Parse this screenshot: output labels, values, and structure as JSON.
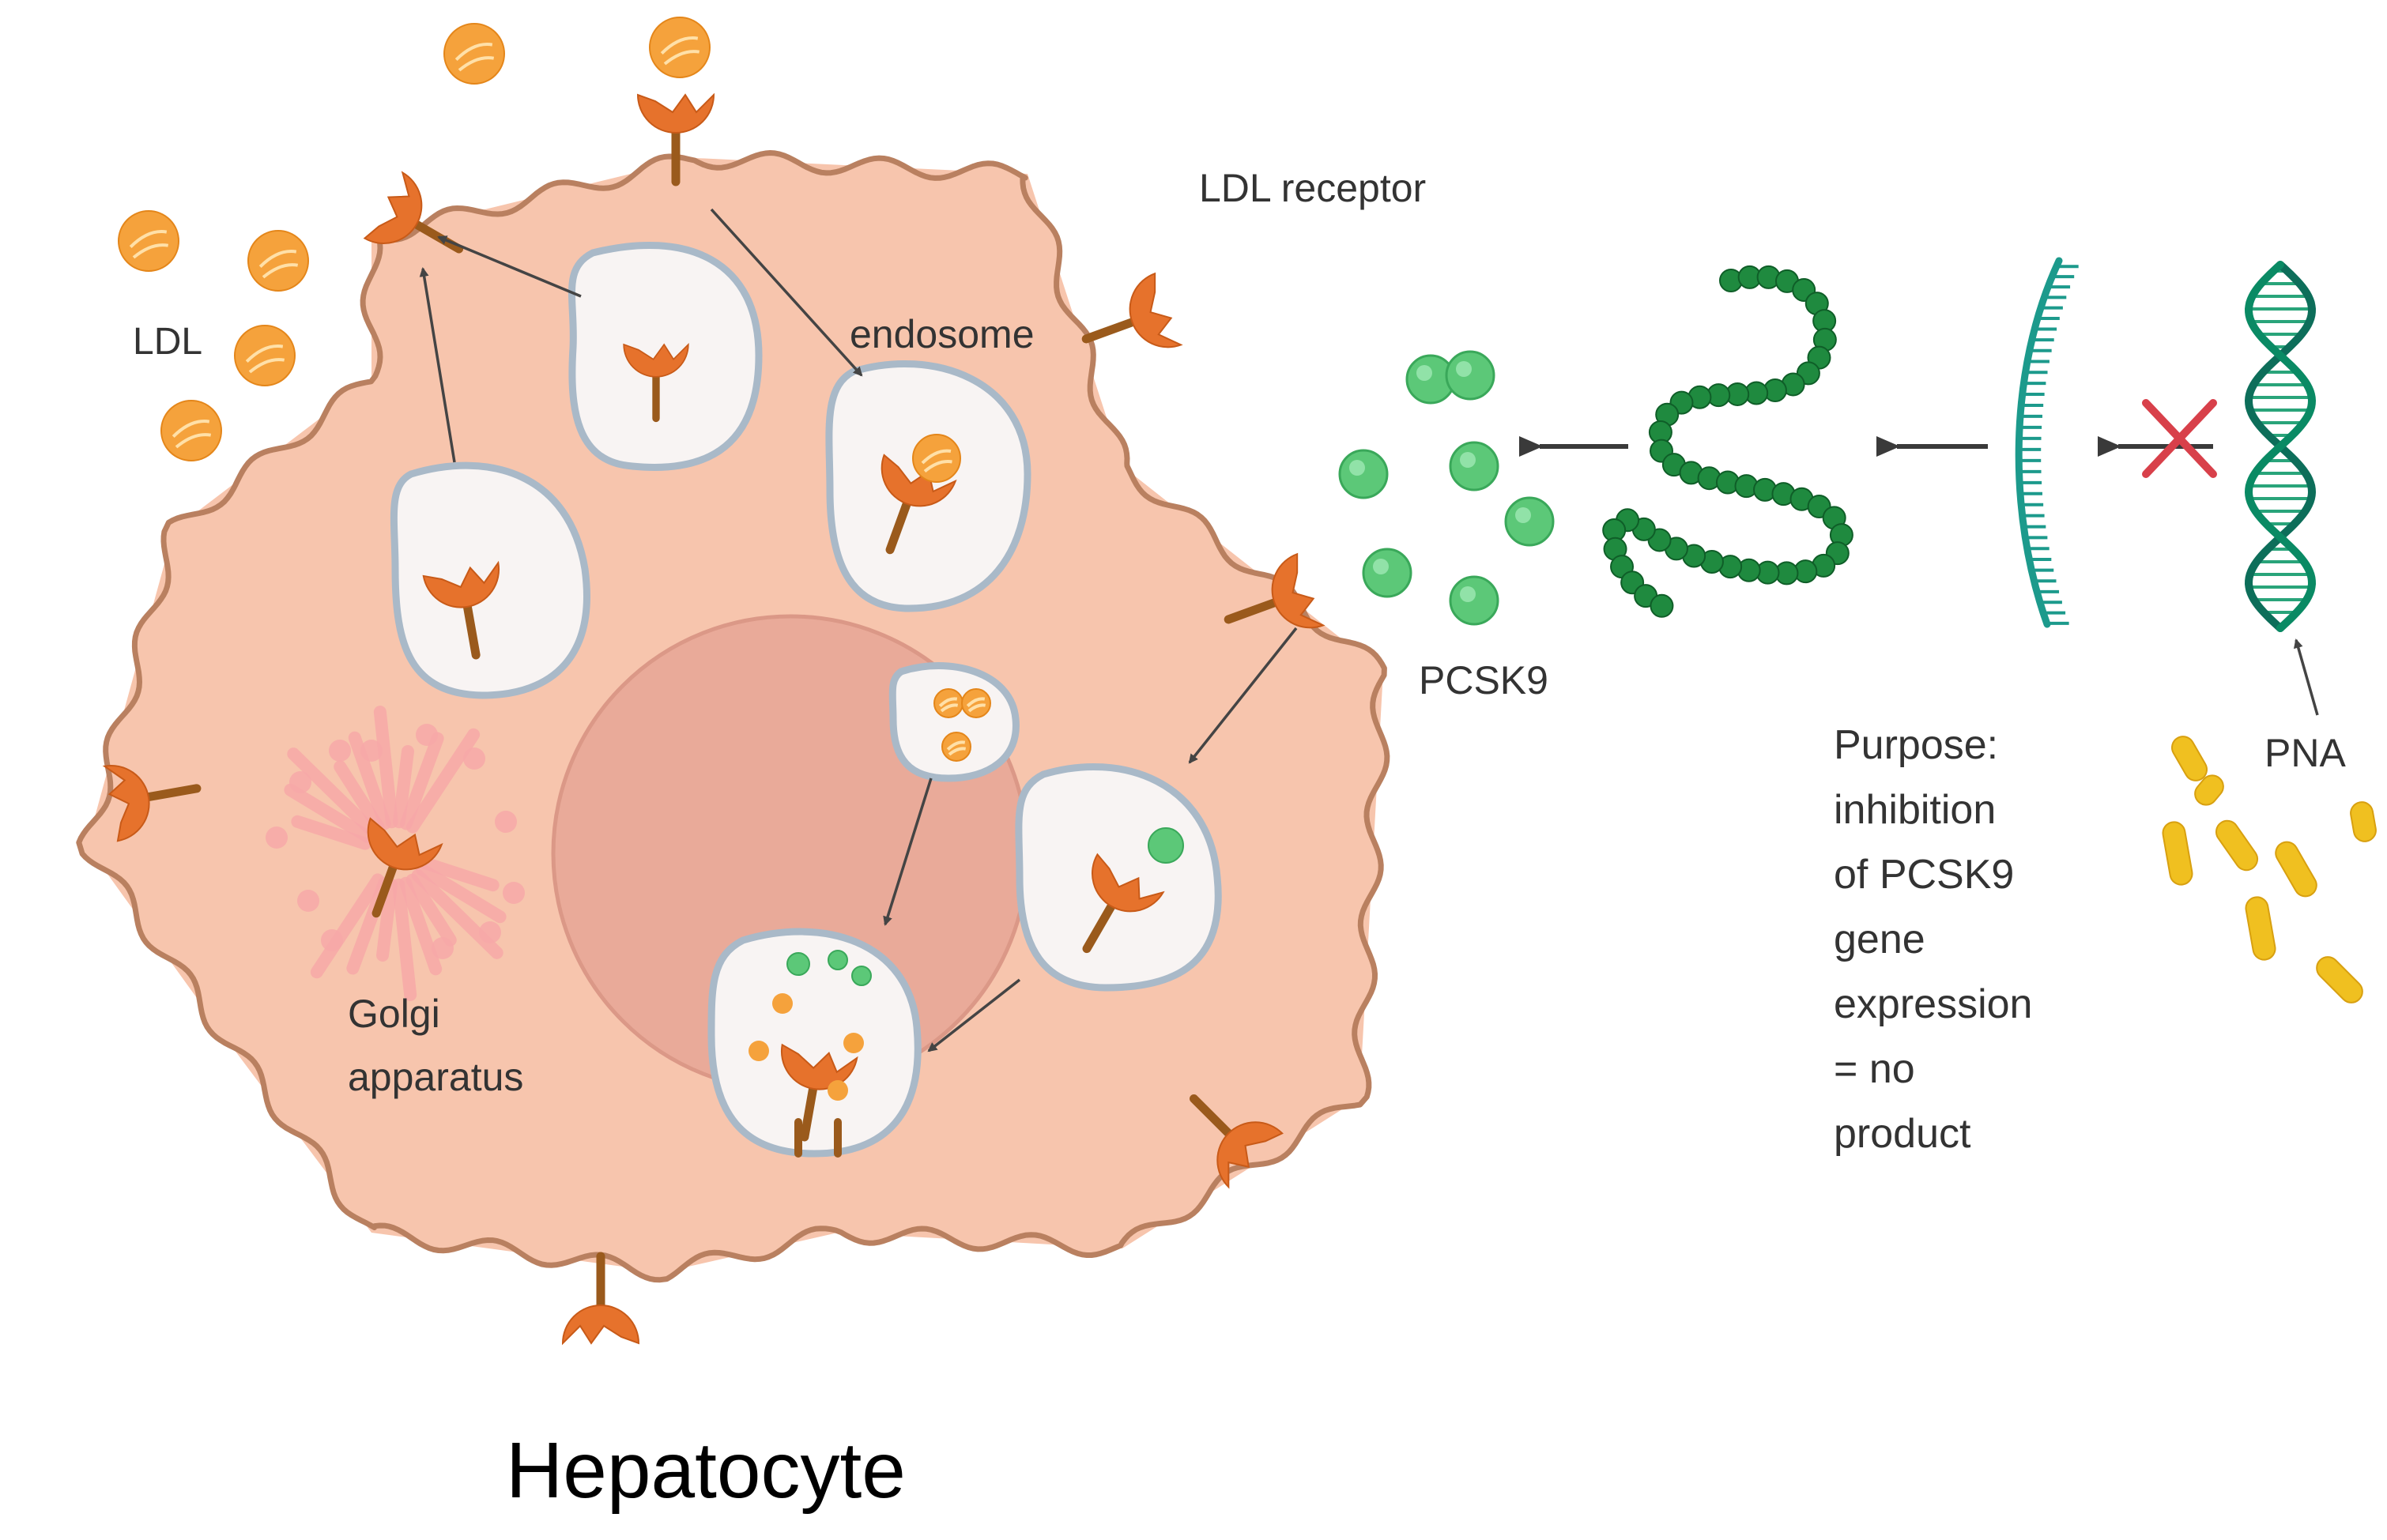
{
  "title": "Hepatocyte",
  "labels": {
    "ldl": "LDL",
    "ldl_receptor": "LDL receptor",
    "endosome": "endosome",
    "pcsk9": "PCSK9",
    "pna": "PNA",
    "golgi": [
      "Golgi",
      "apparatus"
    ],
    "purpose": [
      "Purpose:",
      "inhibition",
      "of PCSK9",
      "gene",
      "expression",
      "= no",
      "product"
    ]
  },
  "colors": {
    "cell_fill": "#f7c5ad",
    "cell_outline": "#b98060",
    "nucleus": "#e8a897",
    "receptor_cup": "#e6722c",
    "receptor_stem": "#9a5a1c",
    "ldl_particle": "#f5a23c",
    "pcsk9_green": "#5cc878",
    "protein_chain": "#1f8a3f",
    "rna_teal": "#1c9a8c",
    "dna_dark": "#0d6e5a",
    "block_x": "#d8404a",
    "pna_yellow": "#f0c020",
    "vesicle_outline": "#a9b9c8",
    "golgi_pink": "#f7a8a8",
    "arrow": "#444444"
  },
  "icons": [
    "ldl-particle-icon",
    "ldl-receptor-icon",
    "endosome-icon",
    "nucleus-icon",
    "golgi-apparatus-icon",
    "pcsk9-protein-icon",
    "protein-chain-icon",
    "mrna-icon",
    "dna-helix-icon",
    "inhibition-x-icon",
    "pna-molecule-icon"
  ]
}
